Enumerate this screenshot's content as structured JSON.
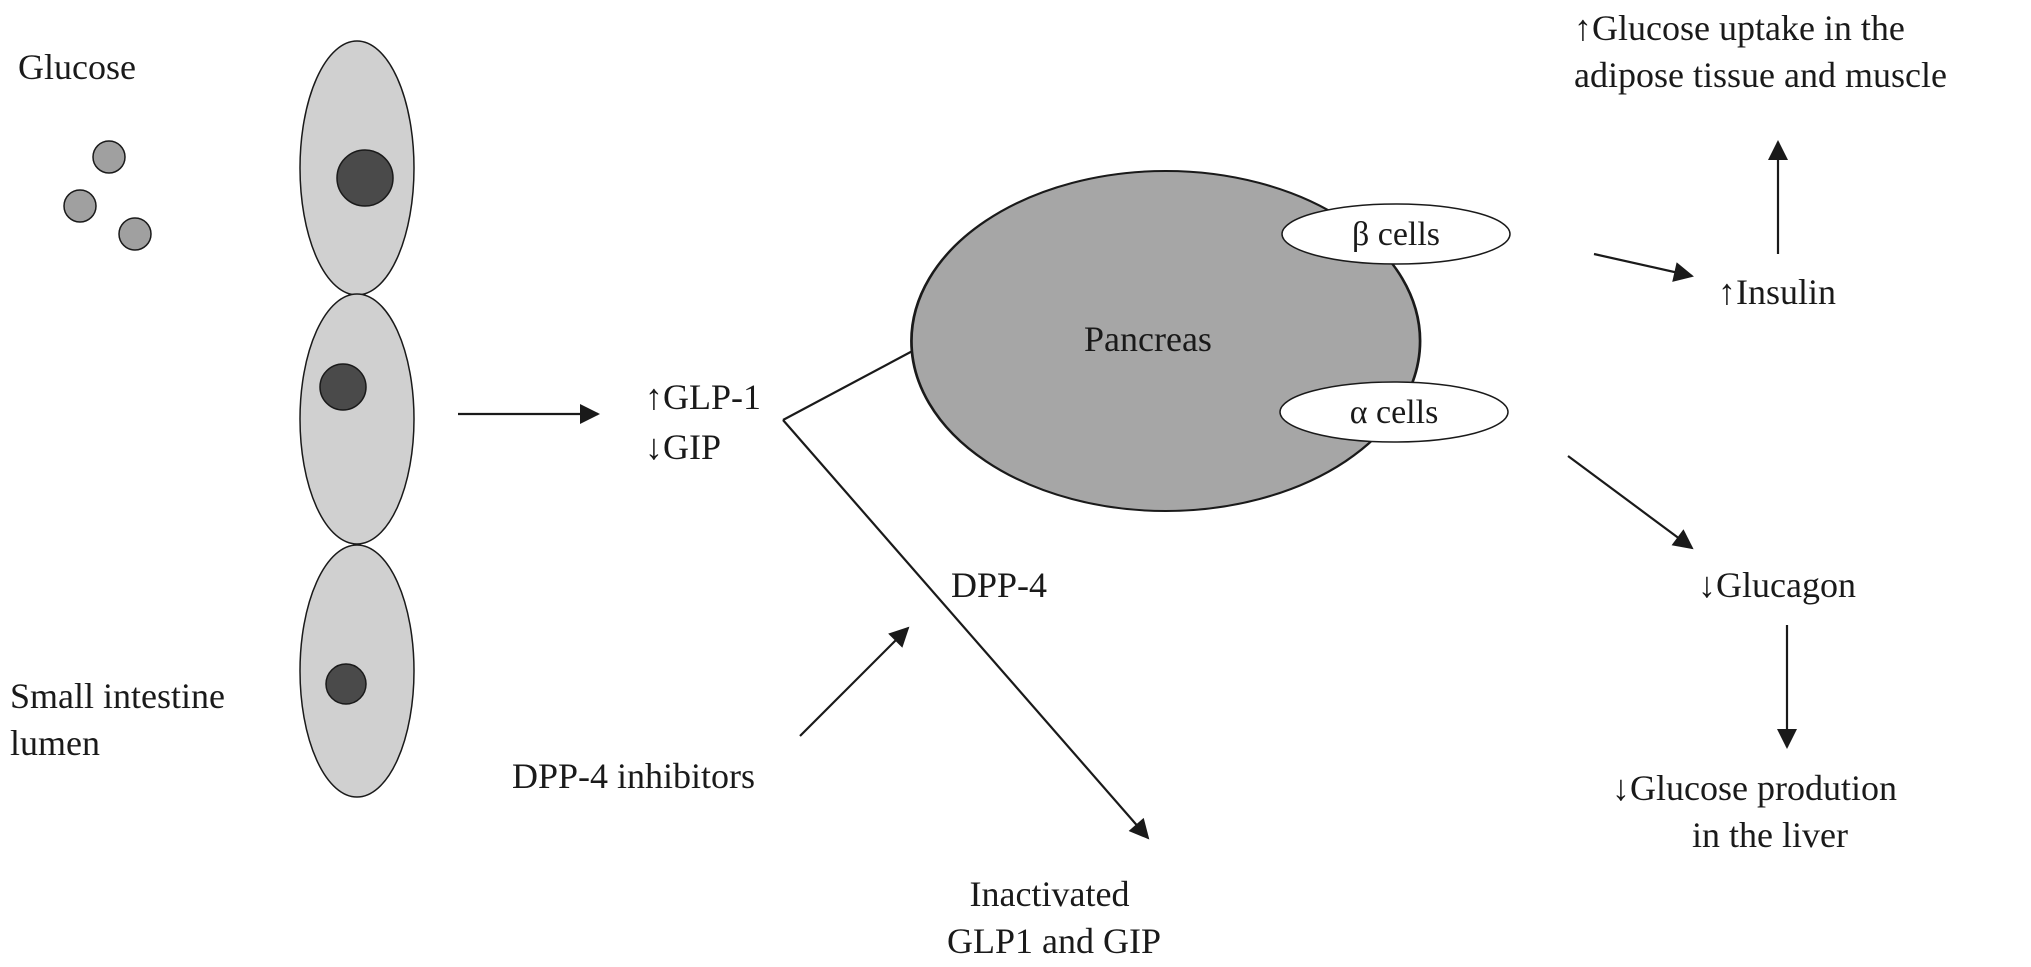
{
  "labels": {
    "glucose": "Glucose",
    "lumen_line1": "Small intestine",
    "lumen_line2": "lumen",
    "glp1_up": "↑GLP-1",
    "gip_down": "↓GIP",
    "dpp4": "DPP-4",
    "dpp4_inhibitors": "DPP-4 inhibitors",
    "inactivated_line1": "Inactivated",
    "inactivated_line2": "GLP1 and GIP",
    "pancreas": "Pancreas",
    "beta_cells": "β cells",
    "alpha_cells": "α cells",
    "insulin_up": "↑Insulin",
    "glucose_uptake_line1": "↑Glucose uptake in the",
    "glucose_uptake_line2": "adipose tissue and muscle",
    "glucagon_down": "↓Glucagon",
    "glucose_production_line1": "↓Glucose prodution",
    "glucose_production_line2": "in the liver"
  },
  "colors": {
    "cell_fill": "#d0d0d0",
    "nucleus_fill": "#4a4a4a",
    "glucose_fill": "#a0a0a0",
    "pancreas_fill": "#a6a6a6",
    "islet_fill": "#ffffff",
    "stroke": "#1a1a1a"
  }
}
